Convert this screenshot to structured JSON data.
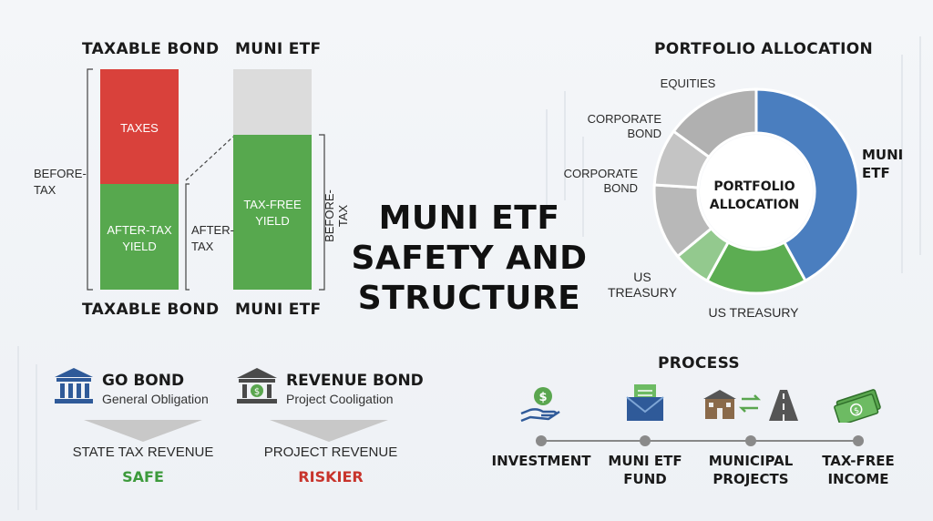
{
  "bar_comparison": {
    "top_label_left": "TAXABLE BOND",
    "top_label_right": "MUNI ETF",
    "bottom_label_left": "TAXABLE BOND",
    "bottom_label_right": "MUNI ETF",
    "taxes_label": "TAXES",
    "after_tax_yield_label": "AFTER-TAX\nYIELD",
    "tax_free_yield_label": "TAX-FREE\nYIELD",
    "before_tax_left": "BEFORE-\nTAX",
    "after_tax_side": "AFTER-\nTAX",
    "before_tax_right": "BEFORE-TAX",
    "colors": {
      "taxes": "#d9413b",
      "yield": "#57a84e",
      "gap": "#dcdcdc"
    }
  },
  "main_title": "MUNI ETF\nSAFETY AND\nSTRUCTURE",
  "portfolio": {
    "title": "PORTFOLIO ALLOCATION",
    "center_label": "PORTFOLIO\nALLOCATION",
    "labels": {
      "equities": "EQUITIES",
      "corporate_1": "CORPORATE\nBOND",
      "corporate_2": "CORPORATE\nBOND",
      "us_treasury_1": "US\nTREASURY",
      "us_treasury_2": "US TREASURY",
      "muni_etf": "MUNI\nETF"
    }
  },
  "chart_data": {
    "type": "pie",
    "title": "PORTFOLIO ALLOCATION",
    "categories": [
      "MUNI ETF",
      "US TREASURY",
      "US TREASURY",
      "CORPORATE BOND",
      "CORPORATE BOND",
      "EQUITIES"
    ],
    "values": [
      42,
      16,
      6,
      12,
      9,
      15
    ],
    "colors": [
      "#4a7ebf",
      "#5cad52",
      "#93c98e",
      "#b8b8b8",
      "#c4c4c4",
      "#b0b0b0"
    ]
  },
  "bonds": {
    "go": {
      "title": "GO BOND",
      "subtitle": "General Obligation",
      "source": "STATE TAX REVENUE",
      "rating": "SAFE",
      "rating_color": "#3c9a3b"
    },
    "revenue": {
      "title": "REVENUE BOND",
      "subtitle": "Project Cooligation",
      "source": "PROJECT REVENUE",
      "rating": "RISKIER",
      "rating_color": "#c8342c"
    }
  },
  "process": {
    "title": "PROCESS",
    "steps": [
      {
        "label": "INVESTMENT",
        "icon": "money-hand-icon"
      },
      {
        "label": "MUNI ETF\nFUND",
        "icon": "envelope-document-icon"
      },
      {
        "label": "MUNICIPAL\nPROJECTS",
        "icon": "school-road-icon"
      },
      {
        "label": "TAX-FREE\nINCOME",
        "icon": "cash-icon"
      }
    ]
  }
}
